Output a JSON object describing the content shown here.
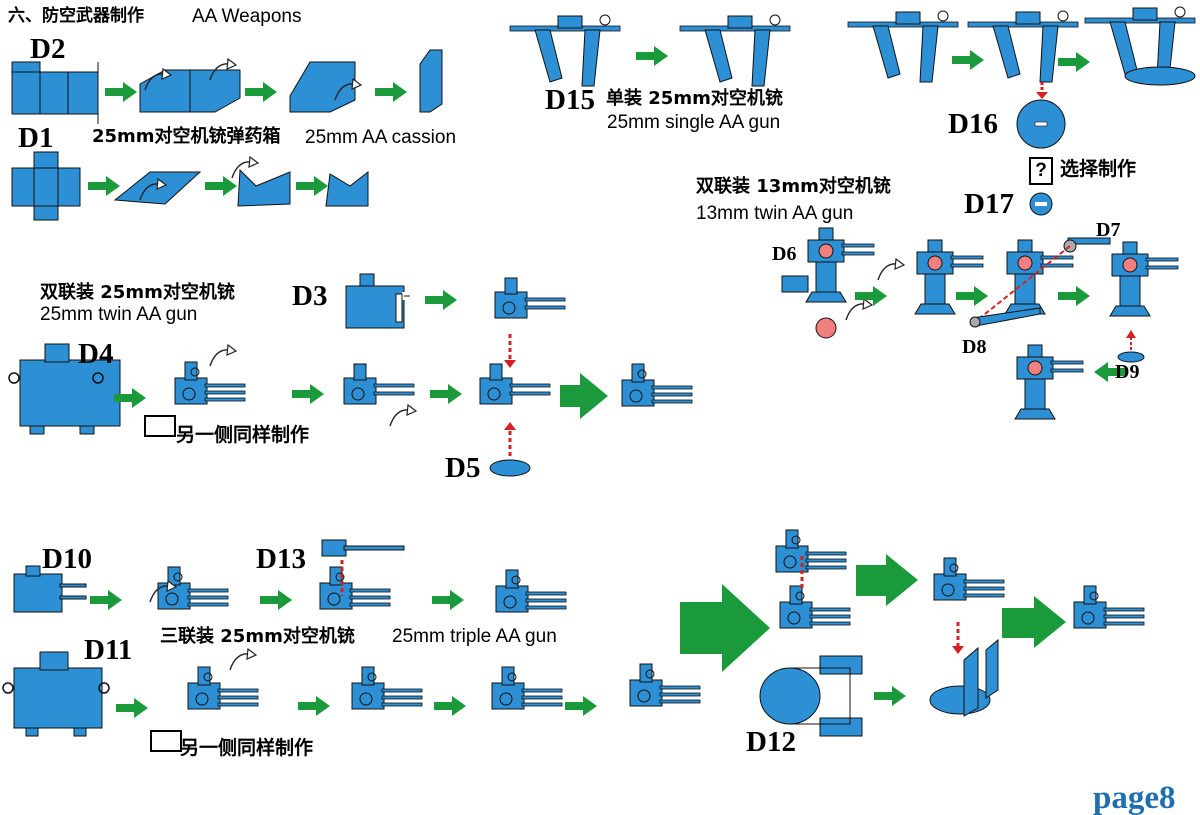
{
  "section": {
    "title_zh": "六、防空武器制作",
    "title_en": "AA Weapons"
  },
  "parts": {
    "d1": "D1",
    "d2": "D2",
    "d3": "D3",
    "d4": "D4",
    "d5": "D5",
    "d6": "D6",
    "d7": "D7",
    "d8": "D8",
    "d9": "D9",
    "d10": "D10",
    "d11": "D11",
    "d12": "D12",
    "d13": "D13",
    "d15": "D15",
    "d16": "D16",
    "d17": "D17"
  },
  "cassion": {
    "zh": "25mm对空机铳弹药箱",
    "en": "25mm AA cassion"
  },
  "single_gun": {
    "zh": "单装 25mm对空机铳",
    "en": "25mm single AA gun"
  },
  "twin13": {
    "zh": "双联装 13mm对空机铳",
    "en": "13mm twin AA gun"
  },
  "twin25": {
    "zh": "双联装 25mm对空机铳",
    "en": "25mm twin AA gun"
  },
  "triple25": {
    "zh": "三联装 25mm对空机铳",
    "en": "25mm triple AA gun"
  },
  "optional": {
    "mark": "?",
    "zh": "选择制作"
  },
  "mirror_note": {
    "zh": "另一侧同样制作"
  },
  "page": {
    "label": "page8"
  },
  "colors": {
    "part_blue": "#2e90d4",
    "arrow_green": "#1a9a3a",
    "guide_red": "#d42020",
    "outline": "#1a1a1a",
    "page_label": "#1f6fb0"
  },
  "icons": [
    "curved-fold-arrow-icon",
    "green-step-arrow-icon",
    "red-dashed-guide-icon",
    "mirror-flip-icon",
    "optional-question-icon"
  ]
}
